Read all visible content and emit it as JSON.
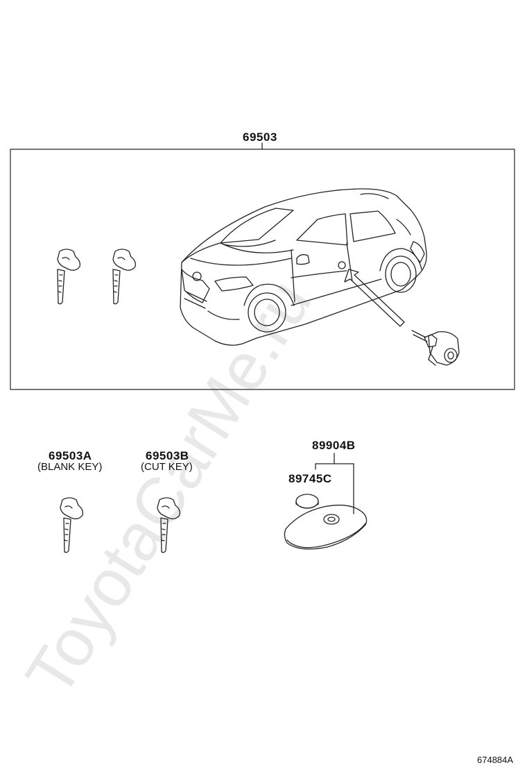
{
  "labels": {
    "kit": "69503",
    "blank_key_code": "69503A",
    "blank_key_desc": "(BLANK KEY)",
    "cut_key_code": "69503B",
    "cut_key_desc": "(CUT KEY)",
    "transmitter_code": "89904B",
    "battery_code": "89745C"
  },
  "watermark": "ToyotaCarMe.ru",
  "illustration_code": "674884A",
  "colors": {
    "line": "#222222",
    "watermark": "#e8e8e8"
  },
  "icons": [
    "key-icon",
    "car-icon",
    "lock-cylinder-icon",
    "battery-icon",
    "remote-fob-icon",
    "arrow-icon"
  ]
}
